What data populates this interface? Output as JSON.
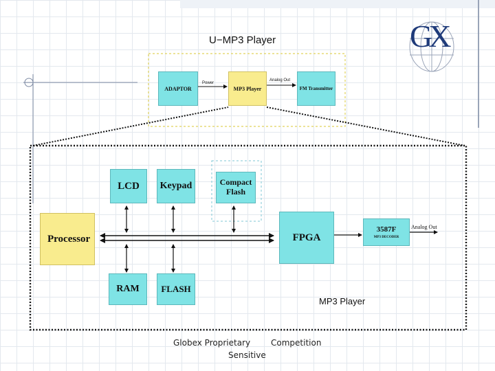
{
  "top": {
    "title": "U−MP3 Player",
    "blocks": {
      "adaptor": "ADAPTOR",
      "mp3_player": "MP3 Player",
      "fm_transmitter": "FM Transmitter"
    },
    "links": {
      "power": "Power",
      "analog_out": "Analog Out"
    }
  },
  "logo": {
    "letters": "GX"
  },
  "detail": {
    "blocks": {
      "lcd": "LCD",
      "keypad": "Keypad",
      "compact_flash": "Compact Flash",
      "processor": "Processor",
      "fpga": "FPGA",
      "ram": "RAM",
      "flash": "FLASH",
      "decoder_part": "3587F",
      "decoder_sub": "MP3 DECODER"
    },
    "analog_out": "Analog Out",
    "label": "MP3 Player"
  },
  "footer": {
    "line1a": "Globex Proprietary",
    "line1b": "Competition",
    "line2": "Sensitive"
  }
}
